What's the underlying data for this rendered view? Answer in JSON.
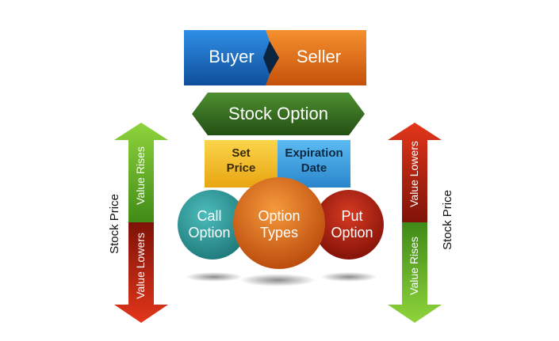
{
  "parties": {
    "buyer": "Buyer",
    "seller": "Seller"
  },
  "stock_option": "Stock Option",
  "set_price": [
    "Set",
    "Price"
  ],
  "expiration_date": [
    "Expiration",
    "Date"
  ],
  "call_option": [
    "Call",
    "Option"
  ],
  "option_types": [
    "Option",
    "Types"
  ],
  "put_option": [
    "Put",
    "Option"
  ],
  "left_axis": {
    "title": "Stock Price",
    "top": "Value Rises",
    "bottom": "Value Lowers"
  },
  "right_axis": {
    "title": "Stock Price",
    "top": "Value Lowers",
    "bottom": "Value Rises"
  },
  "colors": {
    "blue": "#1a6fc0",
    "orange": "#e06a12",
    "green": "#2f6b1f",
    "yellow": "#f2b91c",
    "lightblue": "#3aa0e0",
    "teal": "#2e9a9a",
    "red": "#b51c10",
    "arrow_green": "#6cbf2a",
    "arrow_red": "#c8260f"
  }
}
